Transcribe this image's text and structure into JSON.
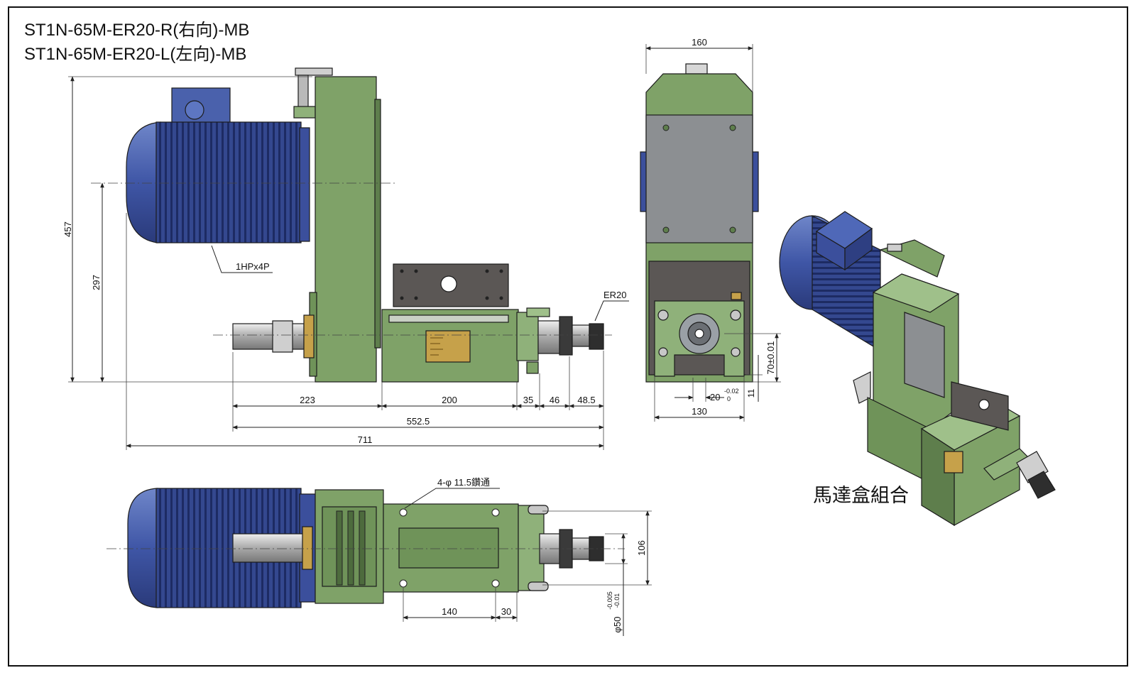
{
  "title": {
    "line1": "ST1N-65M-ER20-R(右向)-MB",
    "line2": "ST1N-65M-ER20-L(左向)-MB"
  },
  "caption": "馬達盒組合",
  "callouts": {
    "motor": "1HPx4P",
    "collet": "ER20",
    "holes": "4-φ 11.5鑽通"
  },
  "dimensions": {
    "side_view": {
      "overall_height": "457",
      "axis_height": "297",
      "d223": "223",
      "d200": "200",
      "d35": "35",
      "d46": "46",
      "d48_5": "48.5",
      "d552_5": "552.5",
      "d711": "711"
    },
    "end_view": {
      "width_top": "160",
      "width_base": "130",
      "axis_from_base": "70±0.01",
      "key_width": "20",
      "key_tol_upper": "-0.02",
      "key_tol_lower": "0",
      "d11": "11"
    },
    "top_view": {
      "d106": "106",
      "d140": "140",
      "d30": "30",
      "spindle_dia": "φ50",
      "spindle_tol_upper": "-0.005",
      "spindle_tol_lower": "-0.01"
    }
  },
  "colors": {
    "motor_blue": "#3b4f9c",
    "body_green": "#7fa268",
    "plate_grey": "#8c8f92",
    "brass": "#c6a14a"
  }
}
